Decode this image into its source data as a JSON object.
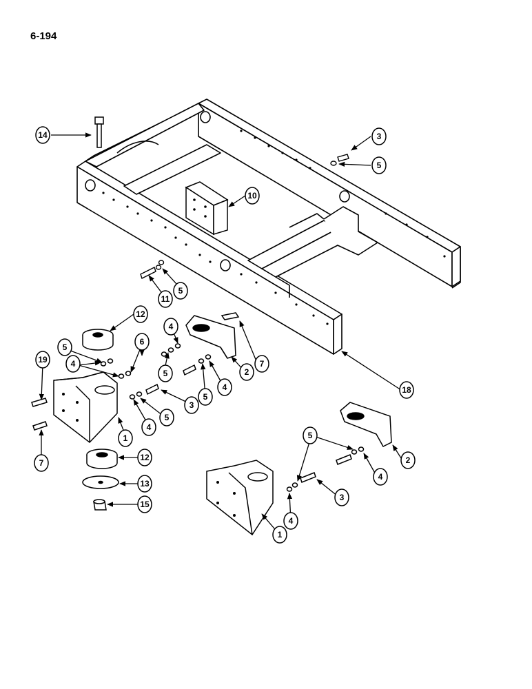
{
  "page": {
    "number": "6-194"
  },
  "callouts": [
    {
      "label": "14"
    },
    {
      "label": "3"
    },
    {
      "label": "5"
    },
    {
      "label": "10"
    },
    {
      "label": "5"
    },
    {
      "label": "11"
    },
    {
      "label": "12"
    },
    {
      "label": "4"
    },
    {
      "label": "6"
    },
    {
      "label": "5"
    },
    {
      "label": "4"
    },
    {
      "label": "7"
    },
    {
      "label": "19"
    },
    {
      "label": "5"
    },
    {
      "label": "2"
    },
    {
      "label": "4"
    },
    {
      "label": "5"
    },
    {
      "label": "3"
    },
    {
      "label": "5"
    },
    {
      "label": "4"
    },
    {
      "label": "1"
    },
    {
      "label": "18"
    },
    {
      "label": "7"
    },
    {
      "label": "12"
    },
    {
      "label": "13"
    },
    {
      "label": "15"
    },
    {
      "label": "5"
    },
    {
      "label": "2"
    },
    {
      "label": "4"
    },
    {
      "label": "3"
    },
    {
      "label": "4"
    },
    {
      "label": "1"
    }
  ]
}
